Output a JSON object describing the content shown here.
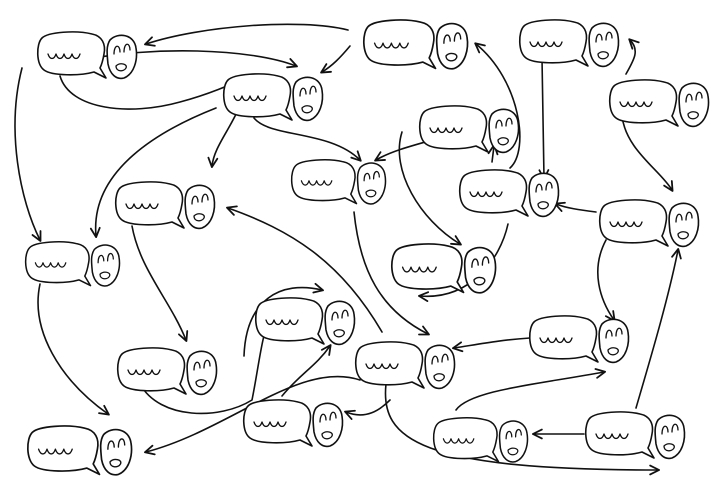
{
  "illustration": {
    "kind": "line-drawing",
    "colors": {
      "ink": "#111111",
      "background": "#ffffff"
    },
    "characters": [
      {
        "id": "c01",
        "mood": "talking"
      },
      {
        "id": "c02",
        "mood": "talking"
      },
      {
        "id": "c03",
        "mood": "talking"
      },
      {
        "id": "c04",
        "mood": "talking"
      },
      {
        "id": "c05",
        "mood": "talking"
      },
      {
        "id": "c06",
        "mood": "talking"
      },
      {
        "id": "c07",
        "mood": "talking"
      },
      {
        "id": "c08",
        "mood": "talking"
      },
      {
        "id": "c09",
        "mood": "talking"
      },
      {
        "id": "c10",
        "mood": "talking"
      },
      {
        "id": "c11",
        "mood": "talking"
      },
      {
        "id": "c12",
        "mood": "talking"
      },
      {
        "id": "c13",
        "mood": "talking"
      },
      {
        "id": "c14",
        "mood": "talking"
      },
      {
        "id": "c15",
        "mood": "talking"
      },
      {
        "id": "c16",
        "mood": "talking"
      },
      {
        "id": "c17",
        "mood": "talking"
      },
      {
        "id": "c18",
        "mood": "talking"
      },
      {
        "id": "c19",
        "mood": "talking"
      },
      {
        "id": "c20",
        "mood": "talking"
      },
      {
        "id": "c21",
        "mood": "talking"
      },
      {
        "id": "c22",
        "mood": "talking"
      }
    ],
    "connections": [
      [
        "c03",
        "c01"
      ],
      [
        "c03",
        "c04"
      ],
      [
        "c01",
        "c04"
      ],
      [
        "c01",
        "c08"
      ],
      [
        "c04",
        "c05"
      ],
      [
        "c04",
        "c07"
      ],
      [
        "c04",
        "c10"
      ],
      [
        "c06",
        "c07"
      ],
      [
        "c06",
        "c09"
      ],
      [
        "c06",
        "c14"
      ],
      [
        "c09",
        "c11"
      ],
      [
        "c11",
        "c09"
      ],
      [
        "c13",
        "c02"
      ],
      [
        "c02",
        "c11"
      ],
      [
        "c12",
        "c02"
      ],
      [
        "c12",
        "c13"
      ],
      [
        "c13",
        "c12"
      ],
      [
        "c05",
        "c10"
      ],
      [
        "c10",
        "c08"
      ],
      [
        "c16",
        "c15"
      ],
      [
        "c15",
        "c12"
      ],
      [
        "c16",
        "c20"
      ],
      [
        "c17",
        "c16"
      ],
      [
        "c17",
        "c18"
      ],
      [
        "c18",
        "c19"
      ],
      [
        "c20",
        "c18"
      ],
      [
        "c21",
        "c16"
      ],
      [
        "c22",
        "c21"
      ],
      [
        "c07",
        "c17"
      ],
      [
        "c14",
        "c15"
      ],
      [
        "c03",
        "c09"
      ],
      [
        "c12",
        "c22"
      ]
    ]
  }
}
